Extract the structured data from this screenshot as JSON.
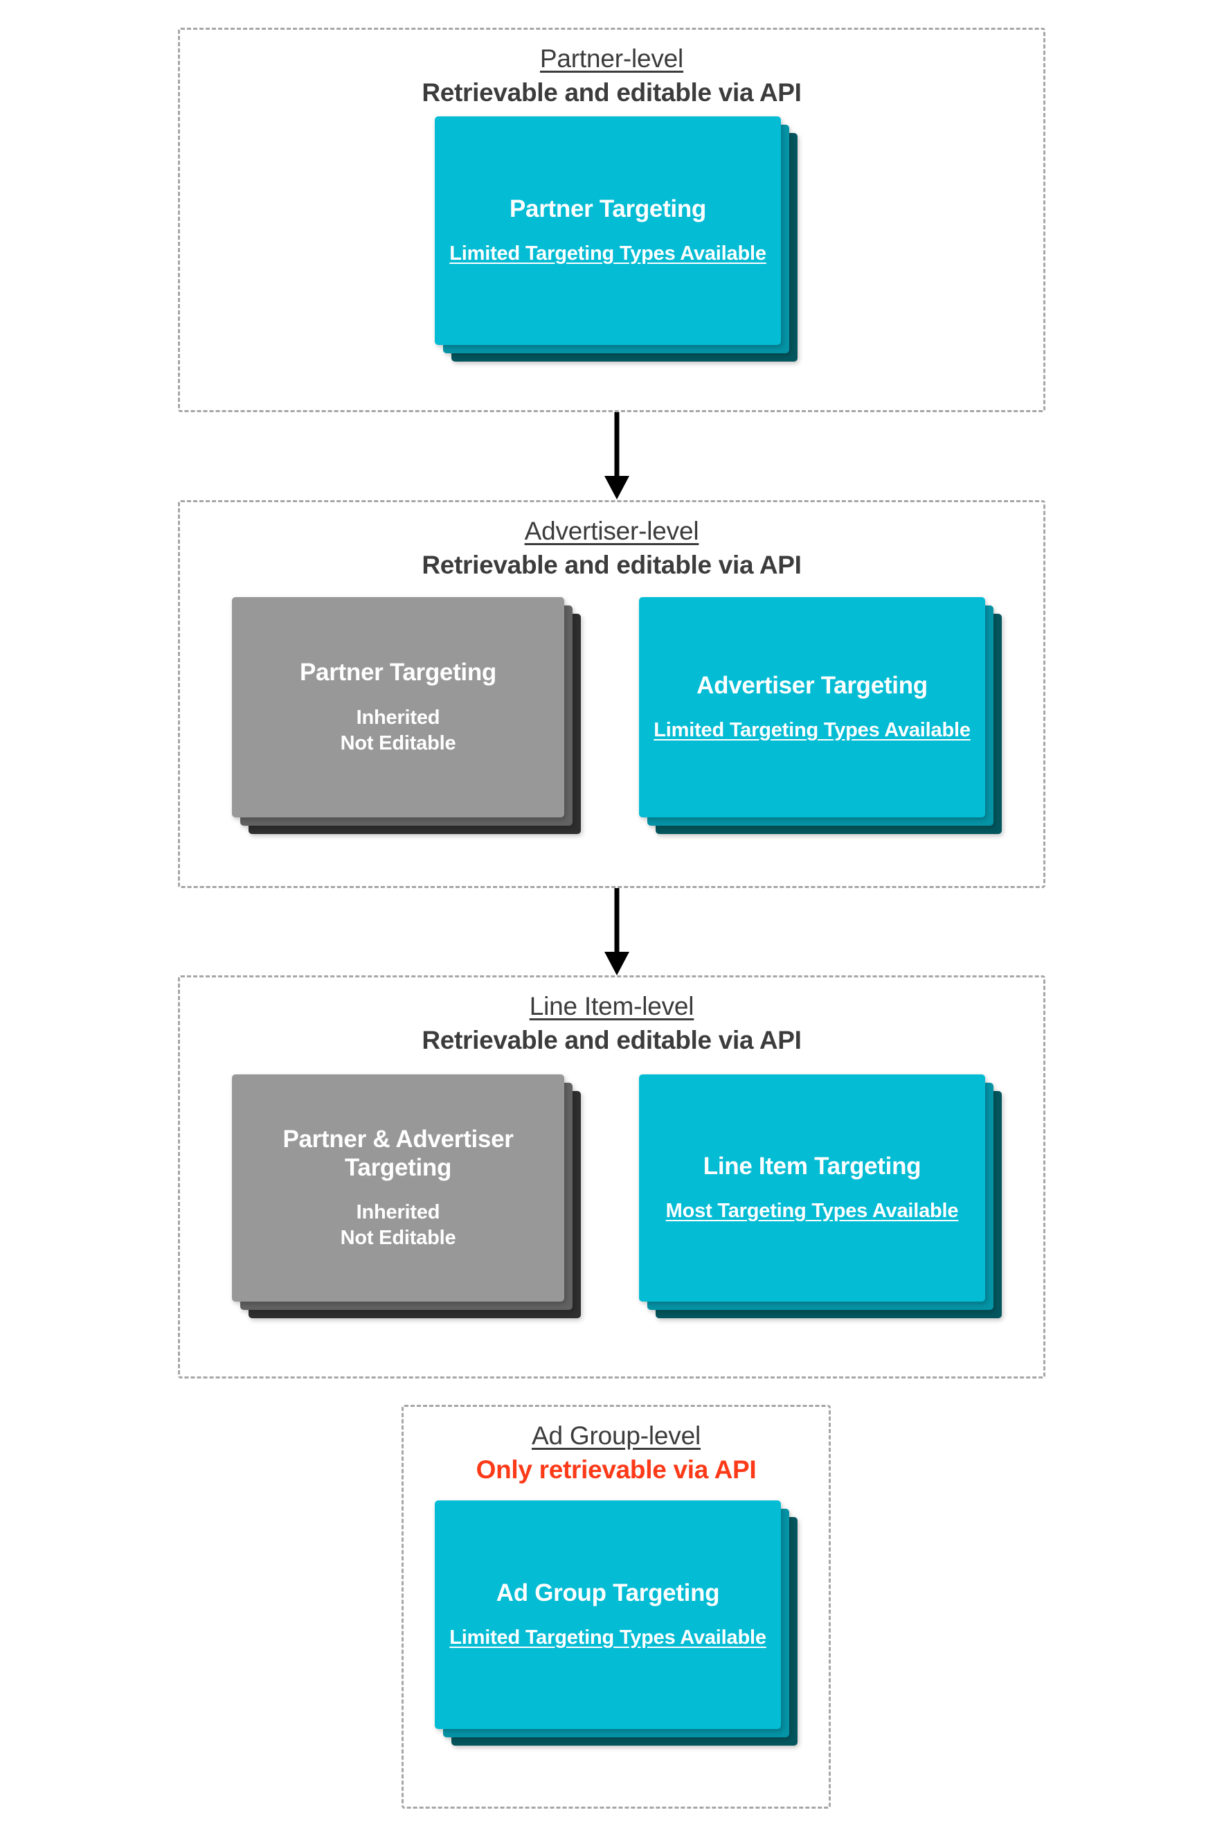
{
  "meta": {
    "colors": {
      "cyan_front": "#04bcd4",
      "cyan_mid": "#0593a6",
      "cyan_back": "#04565e",
      "gray_front": "#989898",
      "gray_mid": "#626262",
      "gray_back": "#2f2f2f",
      "panel_border": "#a6a6a6",
      "text_dark": "#3c3c3c",
      "alert_red": "#fc3a18",
      "arrow": "#000000"
    }
  },
  "levels": [
    {
      "title": "Partner-level",
      "subtitle": "Retrievable and editable via API",
      "alert": false,
      "cards": [
        {
          "name": "partner-targeting",
          "style": "cyan",
          "title": "Partner Targeting",
          "note": "Limited Targeting Types Available",
          "note_underlined": true
        }
      ]
    },
    {
      "title": "Advertiser-level",
      "subtitle": "Retrievable and editable via API",
      "alert": false,
      "cards": [
        {
          "name": "partner-targeting-inherited",
          "style": "gray",
          "title": "Partner Targeting",
          "note": "Inherited\nNot Editable",
          "note_underlined": false
        },
        {
          "name": "advertiser-targeting",
          "style": "cyan",
          "title": "Advertiser Targeting",
          "note": "Limited Targeting Types Available",
          "note_underlined": true
        }
      ]
    },
    {
      "title": "Line Item-level",
      "subtitle": "Retrievable and editable via API",
      "alert": false,
      "cards": [
        {
          "name": "partner-advertiser-targeting-inherited",
          "style": "gray",
          "title": "Partner & Advertiser Targeting",
          "note": "Inherited\nNot Editable",
          "note_underlined": false
        },
        {
          "name": "line-item-targeting",
          "style": "cyan",
          "title": "Line Item Targeting",
          "note": "Most Targeting Types Available",
          "note_underlined": true
        }
      ]
    },
    {
      "title": "Ad Group-level",
      "subtitle": "Only retrievable via API",
      "alert": true,
      "cards": [
        {
          "name": "ad-group-targeting",
          "style": "cyan",
          "title": "Ad Group Targeting",
          "note": "Limited Targeting Types Available",
          "note_underlined": true
        }
      ]
    }
  ],
  "connectors": [
    {
      "name": "arrow-partner-to-advertiser"
    },
    {
      "name": "arrow-advertiser-to-line-item"
    }
  ]
}
